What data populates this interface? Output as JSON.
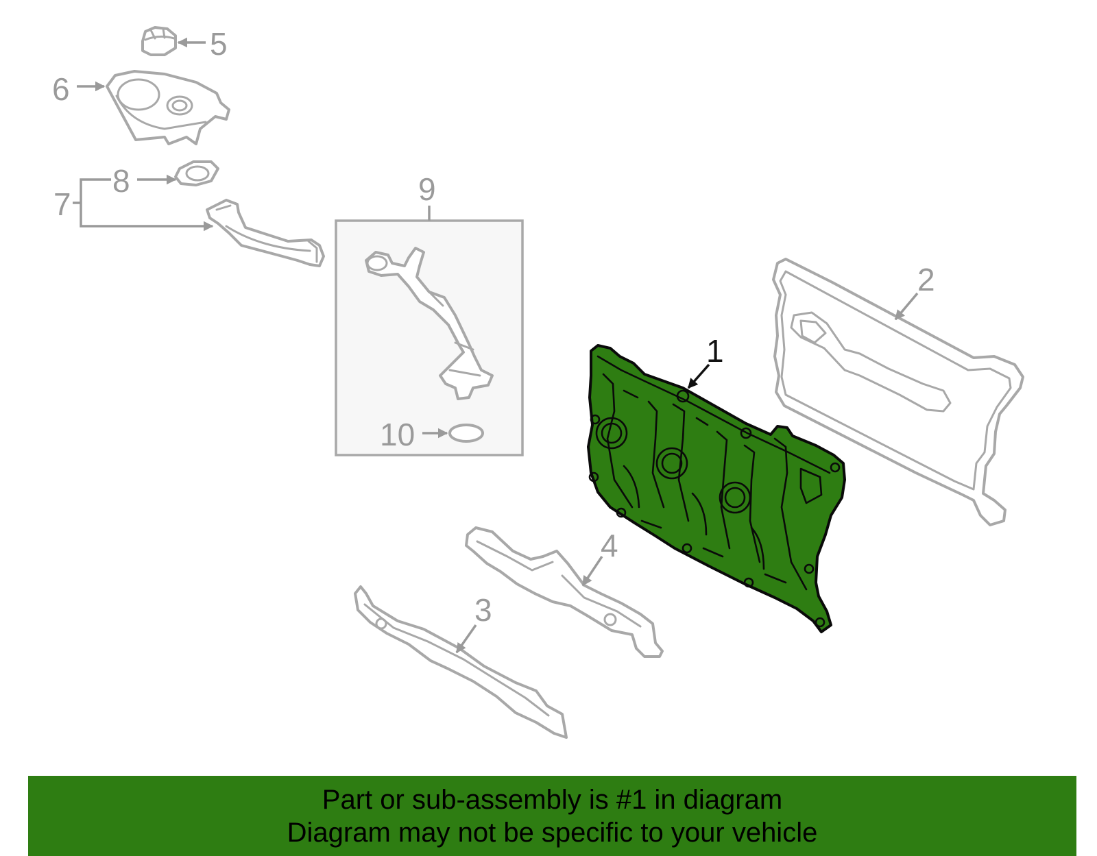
{
  "diagram": {
    "highlight_color": "#2e7d12",
    "line_color": "#a8a8a8",
    "highlighted_part": "1",
    "callouts": [
      {
        "id": "c1",
        "label": "1"
      },
      {
        "id": "c2",
        "label": "2"
      },
      {
        "id": "c3",
        "label": "3"
      },
      {
        "id": "c4",
        "label": "4"
      },
      {
        "id": "c5",
        "label": "5"
      },
      {
        "id": "c6",
        "label": "6"
      },
      {
        "id": "c7",
        "label": "7"
      },
      {
        "id": "c8",
        "label": "8"
      },
      {
        "id": "c9",
        "label": "9"
      },
      {
        "id": "c10",
        "label": "10"
      }
    ]
  },
  "banner": {
    "background": "#2e7d12",
    "line1": "Part or sub-assembly is #1 in diagram",
    "line2": "Diagram may not be specific to your vehicle"
  }
}
